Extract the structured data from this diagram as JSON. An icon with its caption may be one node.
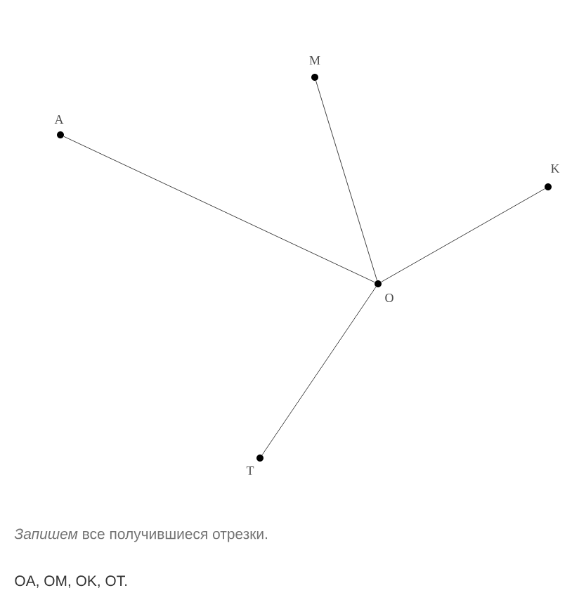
{
  "diagram": {
    "nodes": [
      {
        "text": [
          "A"
        ]
      },
      {
        "text": [
          "M"
        ]
      },
      {
        "text": [
          "K"
        ]
      },
      {
        "text": [
          "O"
        ]
      },
      {
        "text": [
          "T"
        ]
      }
    ],
    "edges": [
      {
        "from": 3,
        "to": 0,
        "arrow": "none"
      },
      {
        "from": 3,
        "to": 1,
        "arrow": "none"
      },
      {
        "from": 3,
        "to": 2,
        "arrow": "none"
      },
      {
        "from": 3,
        "to": 4,
        "arrow": "none"
      }
    ],
    "labels": [
      "*Запишем* все получившиеся отрезки.",
      "OA, OM, OK, OT."
    ]
  }
}
